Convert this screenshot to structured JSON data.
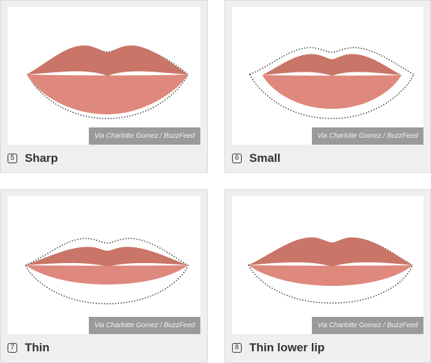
{
  "colors": {
    "upper_lip": "#c97567",
    "lower_lip": "#df887d",
    "outline": "#222222"
  },
  "cards": [
    {
      "number": "5",
      "label": "Sharp",
      "credit": "Via Charlotte Gomez / BuzzFeed",
      "icon": "number-box-icon"
    },
    {
      "number": "6",
      "label": "Small",
      "credit": "Via Charlotte Gomez / BuzzFeed",
      "icon": "number-box-icon"
    },
    {
      "number": "7",
      "label": "Thin",
      "credit": "Via Charlotte Gomez / BuzzFeed",
      "icon": "number-box-icon"
    },
    {
      "number": "8",
      "label": "Thin lower lip",
      "credit": "Via Charlotte Gomez / BuzzFeed",
      "icon": "number-box-icon"
    }
  ]
}
